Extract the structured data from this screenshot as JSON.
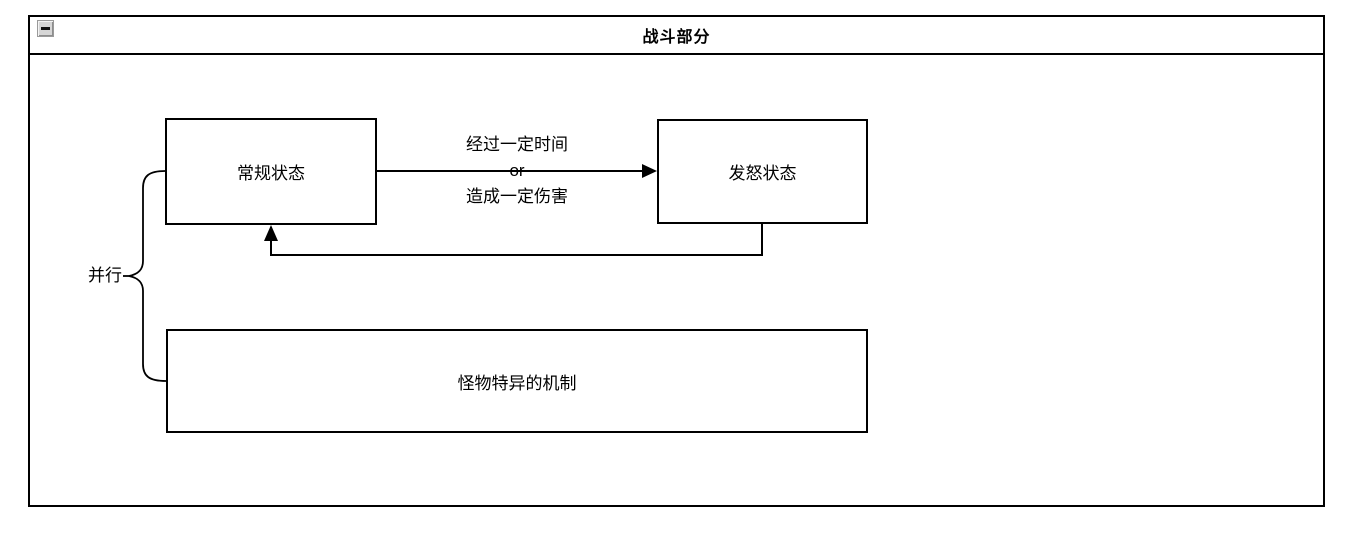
{
  "window": {
    "title": "战斗部分",
    "controls": {
      "collapse": "minimize"
    }
  },
  "diagram": {
    "nodes": [
      {
        "id": "normal-state",
        "label": "常规状态"
      },
      {
        "id": "enraged-state",
        "label": "发怒状态"
      },
      {
        "id": "monster-mechanic",
        "label": "怪物特异的机制"
      }
    ],
    "transition_label": [
      "经过一定时间",
      "or",
      "造成一定伤害"
    ],
    "brace_label": "并行"
  },
  "colors": {
    "line": "#000000",
    "background": "#ffffff",
    "button_bg": "#d6d6d6"
  }
}
